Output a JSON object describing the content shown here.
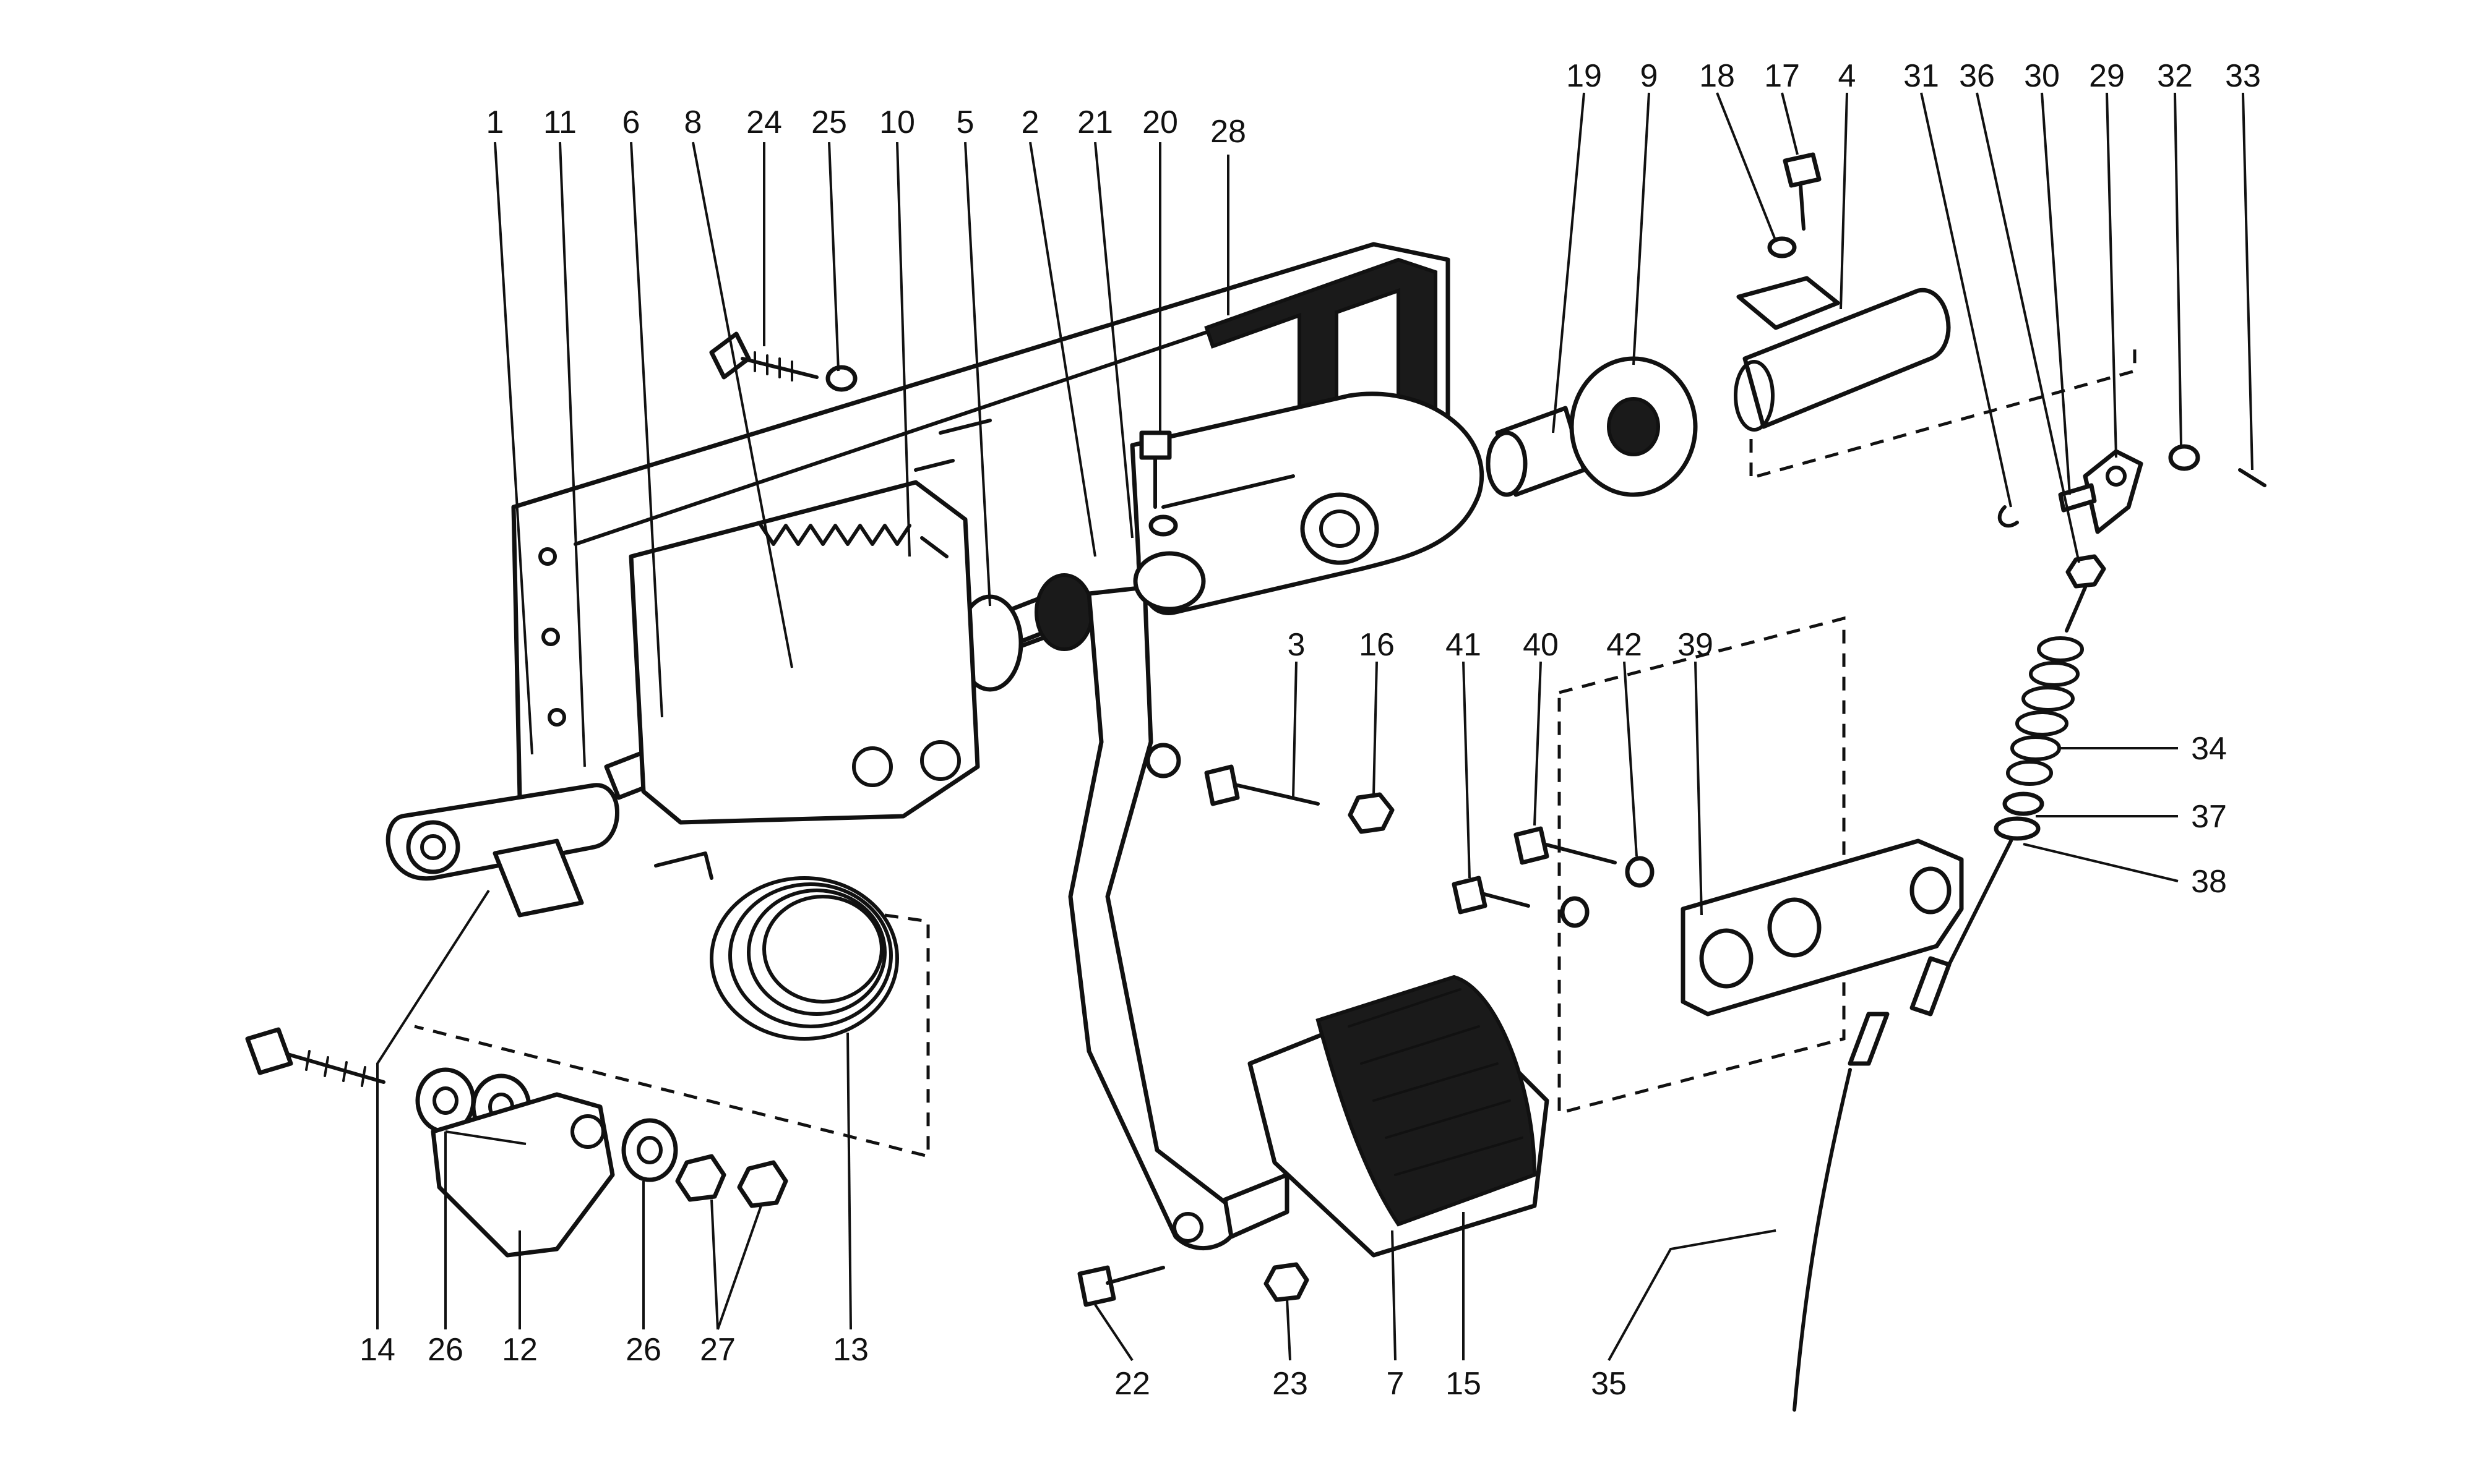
{
  "labels": {
    "p1": "1",
    "p2": "2",
    "p3": "3",
    "p4": "4",
    "p5": "5",
    "p6": "6",
    "p7": "7",
    "p8": "8",
    "p9": "9",
    "p10": "10",
    "p11": "11",
    "p12": "12",
    "p13": "13",
    "p14": "14",
    "p15": "15",
    "p16": "16",
    "p17": "17",
    "p18": "18",
    "p19": "19",
    "p20": "20",
    "p21": "21",
    "p22": "22",
    "p23": "23",
    "p24": "24",
    "p25": "25",
    "p26a": "26",
    "p26b": "26",
    "p27": "27",
    "p28": "28",
    "p29": "29",
    "p30": "30",
    "p31": "31",
    "p32": "32",
    "p33": "33",
    "p34": "34",
    "p35": "35",
    "p36": "36",
    "p37": "37",
    "p38": "38",
    "p39": "39",
    "p40": "40",
    "p41": "41",
    "p42": "42"
  }
}
